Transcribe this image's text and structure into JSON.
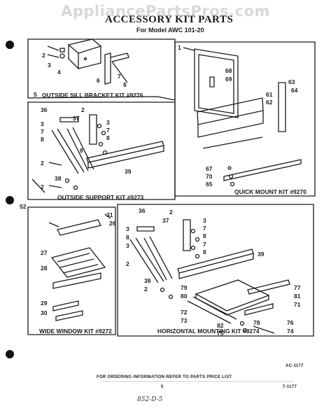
{
  "watermark": "AppliancePartsPros.com",
  "header": {
    "title": "ACCESSORY KIT PARTS",
    "model": "For Model AWC 101-20"
  },
  "panels": {
    "outside_sill": {
      "label": "OUTSIDE SILL BRACKET KIT #9276",
      "callouts": [
        "2",
        "3",
        "4",
        "5",
        "6",
        "7",
        "8"
      ]
    },
    "quick_mount": {
      "label": "QUICK MOUNT KIT #9270",
      "callouts": [
        "1",
        "68",
        "69",
        "63",
        "64",
        "61",
        "62",
        "67",
        "70",
        "65"
      ]
    },
    "outside_support": {
      "label": "OUTSIDE SUPPORT KIT #9273",
      "callouts": [
        "36",
        "2",
        "37",
        "3",
        "7",
        "8",
        "3",
        "7",
        "8",
        "8",
        "2",
        "39",
        "38",
        "2",
        "52"
      ]
    },
    "wide_window": {
      "label": "WIDE WINDOW KIT #9272",
      "callouts": [
        "31",
        "26",
        "27",
        "28",
        "29",
        "30"
      ]
    },
    "horizontal": {
      "label": "HORIZONTAL MOUNTING KIT #9274",
      "callouts": [
        "36",
        "2",
        "37",
        "3",
        "8",
        "3",
        "7",
        "8",
        "3",
        "7",
        "8",
        "2",
        "39",
        "38",
        "2",
        "79",
        "80",
        "77",
        "81",
        "71",
        "72",
        "73",
        "82",
        "75",
        "78",
        "76",
        "74"
      ]
    }
  },
  "footer": {
    "code": "AC-1177",
    "ordering": "FOR ORDERING INFORMATION REFER TO PARTS PRICE LIST",
    "page": "5",
    "date": "7-1177",
    "handwritten": "852-D-5"
  }
}
